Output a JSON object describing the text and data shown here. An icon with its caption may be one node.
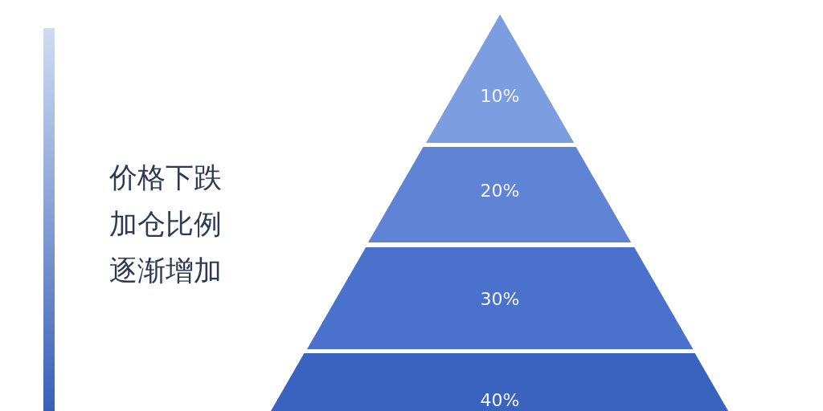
{
  "diagram": {
    "nodes": [
      {
        "text": [],
        "shape": "bar"
      },
      {
        "text": [
          "10%"
        ]
      },
      {
        "text": [
          "20%"
        ]
      },
      {
        "text": [
          "30%"
        ]
      },
      {
        "text": [
          "40%"
        ]
      }
    ],
    "labels": [
      "价格下跌加仓比例逐渐增加"
    ]
  }
}
